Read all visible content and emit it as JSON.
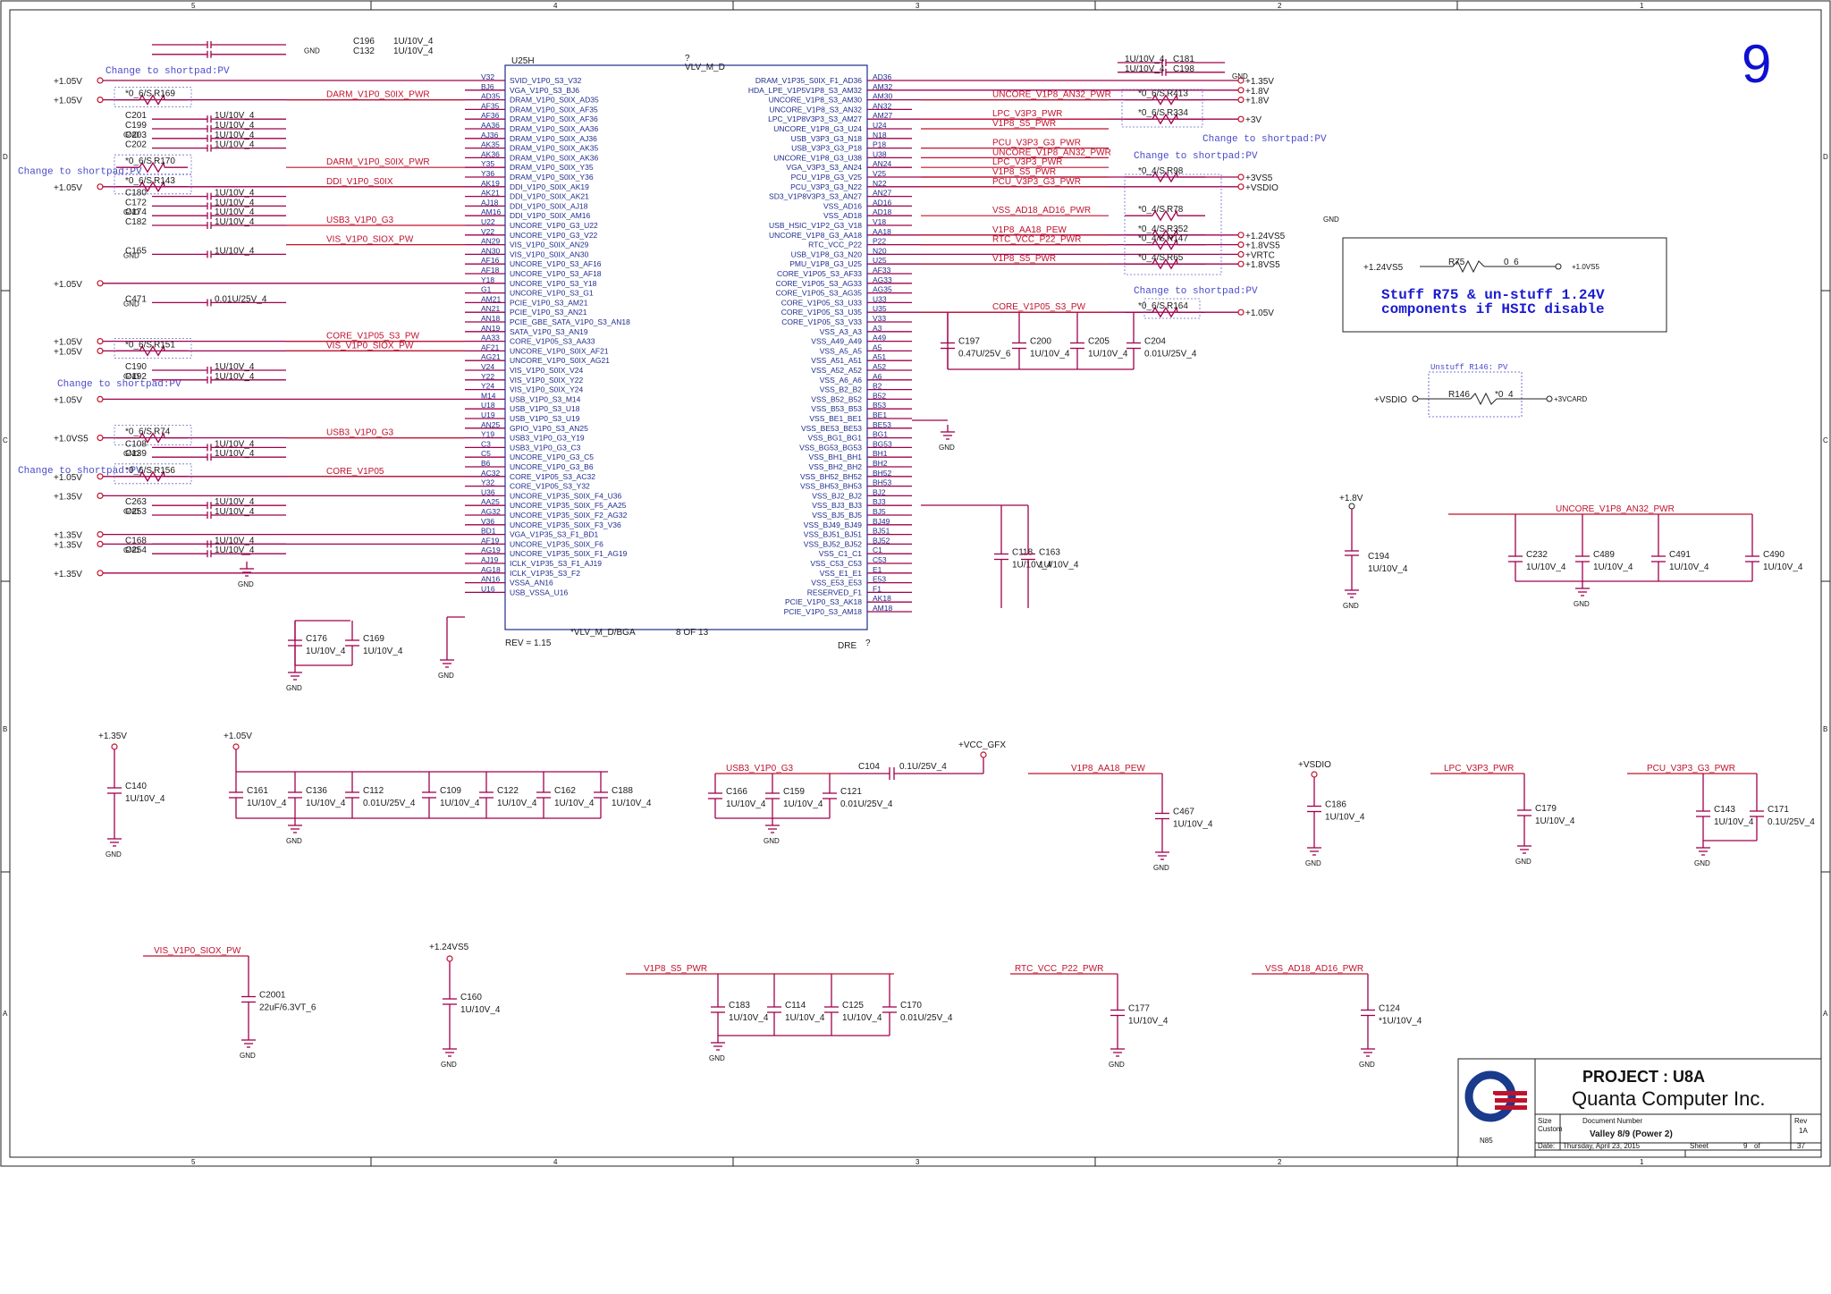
{
  "sheet_number": "9",
  "frame": {
    "col_labels": [
      "5",
      "4",
      "3",
      "2",
      "1"
    ],
    "row_labels": [
      "D",
      "C",
      "B",
      "A"
    ]
  },
  "chip": {
    "ref": "U25H",
    "part": "VLV_M_D",
    "part_bottom": "*VLV_M_D/BGA",
    "unit": "8 OF 13",
    "rev": "REV = 1.15",
    "dre": "DRE",
    "q": "?",
    "left_pins": [
      {
        "num": "V32",
        "name": "SVID_V1P0_S3_V32"
      },
      {
        "num": "BJ6",
        "name": "VGA_V1P0_S3_BJ6"
      },
      {
        "num": "AD35",
        "name": "DRAM_V1P0_S0IX_AD35"
      },
      {
        "num": "AF35",
        "name": "DRAM_V1P0_S0IX_AF35"
      },
      {
        "num": "AF36",
        "name": "DRAM_V1P0_S0IX_AF36"
      },
      {
        "num": "AA36",
        "name": "DRAM_V1P0_S0IX_AA36"
      },
      {
        "num": "AJ36",
        "name": "DRAM_V1P0_S0IX_AJ36"
      },
      {
        "num": "AK35",
        "name": "DRAM_V1P0_S0IX_AK35"
      },
      {
        "num": "AK36",
        "name": "DRAM_V1P0_S0IX_AK36"
      },
      {
        "num": "Y35",
        "name": "DRAM_V1P0_S0IX_Y35"
      },
      {
        "num": "Y36",
        "name": "DRAM_V1P0_S0IX_Y36"
      },
      {
        "num": "AK19",
        "name": "DDI_V1P0_S0IX_AK19"
      },
      {
        "num": "AK21",
        "name": "DDI_V1P0_S0IX_AK21"
      },
      {
        "num": "AJ18",
        "name": "DDI_V1P0_S0IX_AJ18"
      },
      {
        "num": "AM16",
        "name": "DDI_V1P0_S0IX_AM16"
      },
      {
        "num": "U22",
        "name": "UNCORE_V1P0_G3_U22"
      },
      {
        "num": "V22",
        "name": "UNCORE_V1P0_G3_V22"
      },
      {
        "num": "AN29",
        "name": "VIS_V1P0_S0IX_AN29"
      },
      {
        "num": "AN30",
        "name": "VIS_V1P0_S0IX_AN30"
      },
      {
        "num": "AF16",
        "name": "UNCORE_V1P0_S3_AF16"
      },
      {
        "num": "AF18",
        "name": "UNCORE_V1P0_S3_AF18"
      },
      {
        "num": "Y18",
        "name": "UNCORE_V1P0_S3_Y18"
      },
      {
        "num": "G1",
        "name": "UNCORE_V1P0_S3_G1"
      },
      {
        "num": "AM21",
        "name": "PCIE_V1P0_S3_AM21"
      },
      {
        "num": "AN21",
        "name": "PCIE_V1P0_S3_AN21"
      },
      {
        "num": "AN18",
        "name": "PCIE_GBE_SATA_V1P0_S3_AN18"
      },
      {
        "num": "AN19",
        "name": "SATA_V1P0_S3_AN19"
      },
      {
        "num": "AA33",
        "name": "CORE_V1P05_S3_AA33"
      },
      {
        "num": "AF21",
        "name": "UNCORE_V1P0_S0IX_AF21"
      },
      {
        "num": "AG21",
        "name": "UNCORE_V1P0_S0IX_AG21"
      },
      {
        "num": "V24",
        "name": "VIS_V1P0_S0IX_V24"
      },
      {
        "num": "Y22",
        "name": "VIS_V1P0_S0IX_Y22"
      },
      {
        "num": "Y24",
        "name": "VIS_V1P0_S0IX_Y24"
      },
      {
        "num": "M14",
        "name": "USB_V1P0_S3_M14"
      },
      {
        "num": "U18",
        "name": "USB_V1P0_S3_U18"
      },
      {
        "num": "U19",
        "name": "USB_V1P0_S3_U19"
      },
      {
        "num": "AN25",
        "name": "GPIO_V1P0_S3_AN25"
      },
      {
        "num": "Y19",
        "name": "USB3_V1P0_G3_Y19"
      },
      {
        "num": "C3",
        "name": "USB3_V1P0_G3_C3"
      },
      {
        "num": "C5",
        "name": "UNCORE_V1P0_G3_C5"
      },
      {
        "num": "B6",
        "name": "UNCORE_V1P0_G3_B6"
      },
      {
        "num": "AC32",
        "name": "CORE_V1P05_S3_AC32"
      },
      {
        "num": "Y32",
        "name": "CORE_V1P05_S3_Y32"
      },
      {
        "num": "U36",
        "name": "UNCORE_V1P35_S0IX_F4_U36"
      },
      {
        "num": "AA25",
        "name": "UNCORE_V1P35_S0IX_F5_AA25"
      },
      {
        "num": "AG32",
        "name": "UNCORE_V1P35_S0IX_F2_AG32"
      },
      {
        "num": "V36",
        "name": "UNCORE_V1P35_S0IX_F3_V36"
      },
      {
        "num": "BD1",
        "name": "VGA_V1P35_S3_F1_BD1"
      },
      {
        "num": "AF19",
        "name": "UNCORE_V1P35_S0IX_F6"
      },
      {
        "num": "AG19",
        "name": "UNCORE_V1P35_S0IX_F1_AG19"
      },
      {
        "num": "AJ19",
        "name": "ICLK_V1P35_S3_F1_AJ19"
      },
      {
        "num": "AG18",
        "name": "ICLK_V1P35_S3_F2"
      },
      {
        "num": "AN16",
        "name": "VSSA_AN16"
      },
      {
        "num": "U16",
        "name": "USB_VSSA_U16"
      }
    ],
    "right_pins": [
      {
        "num": "AD36",
        "name": "DRAM_V1P35_S0IX_F1_AD36"
      },
      {
        "num": "AM32",
        "name": "HDA_LPE_V1P5V1P8_S3_AM32"
      },
      {
        "num": "AM30",
        "name": "UNCORE_V1P8_S3_AM30"
      },
      {
        "num": "AN32",
        "name": "UNCORE_V1P8_S3_AN32"
      },
      {
        "num": "AM27",
        "name": "LPC_V1P8V3P3_S3_AM27"
      },
      {
        "num": "U24",
        "name": "UNCORE_V1P8_G3_U24"
      },
      {
        "num": "N18",
        "name": "USB_V3P3_G3_N18"
      },
      {
        "num": "P18",
        "name": "USB_V3P3_G3_P18"
      },
      {
        "num": "U38",
        "name": "UNCORE_V1P8_G3_U38"
      },
      {
        "num": "AN24",
        "name": "VGA_V3P3_S3_AN24"
      },
      {
        "num": "V25",
        "name": "PCU_V1P8_G3_V25"
      },
      {
        "num": "N22",
        "name": "PCU_V3P3_G3_N22"
      },
      {
        "num": "AN27",
        "name": "SD3_V1P8V3P3_S3_AN27"
      },
      {
        "num": "AD16",
        "name": "VSS_AD16"
      },
      {
        "num": "AD18",
        "name": "VSS_AD18"
      },
      {
        "num": "V18",
        "name": "USB_HSIC_V1P2_G3_V18"
      },
      {
        "num": "AA18",
        "name": "UNCORE_V1P8_G3_AA18"
      },
      {
        "num": "P22",
        "name": "RTC_VCC_P22"
      },
      {
        "num": "N20",
        "name": "USB_V1P8_G3_N20"
      },
      {
        "num": "U25",
        "name": "PMU_V1P8_G3_U25"
      },
      {
        "num": "AF33",
        "name": "CORE_V1P05_S3_AF33"
      },
      {
        "num": "AG33",
        "name": "CORE_V1P05_S3_AG33"
      },
      {
        "num": "AG35",
        "name": "CORE_V1P05_S3_AG35"
      },
      {
        "num": "U33",
        "name": "CORE_V1P05_S3_U33"
      },
      {
        "num": "U35",
        "name": "CORE_V1P05_S3_U35"
      },
      {
        "num": "V33",
        "name": "CORE_V1P05_S3_V33"
      },
      {
        "num": "A3",
        "name": "VSS_A3_A3"
      },
      {
        "num": "A49",
        "name": "VSS_A49_A49"
      },
      {
        "num": "A5",
        "name": "VSS_A5_A5"
      },
      {
        "num": "A51",
        "name": "VSS_A51_A51"
      },
      {
        "num": "A52",
        "name": "VSS_A52_A52"
      },
      {
        "num": "A6",
        "name": "VSS_A6_A6"
      },
      {
        "num": "B2",
        "name": "VSS_B2_B2"
      },
      {
        "num": "B52",
        "name": "VSS_B52_B52"
      },
      {
        "num": "B53",
        "name": "VSS_B53_B53"
      },
      {
        "num": "BE1",
        "name": "VSS_BE1_BE1"
      },
      {
        "num": "BE53",
        "name": "VSS_BE53_BE53"
      },
      {
        "num": "BG1",
        "name": "VSS_BG1_BG1"
      },
      {
        "num": "BG53",
        "name": "VSS_BG53_BG53"
      },
      {
        "num": "BH1",
        "name": "VSS_BH1_BH1"
      },
      {
        "num": "BH2",
        "name": "VSS_BH2_BH2"
      },
      {
        "num": "BH52",
        "name": "VSS_BH52_BH52"
      },
      {
        "num": "BH53",
        "name": "VSS_BH53_BH53"
      },
      {
        "num": "BJ2",
        "name": "VSS_BJ2_BJ2"
      },
      {
        "num": "BJ3",
        "name": "VSS_BJ3_BJ3"
      },
      {
        "num": "BJ5",
        "name": "VSS_BJ5_BJ5"
      },
      {
        "num": "BJ49",
        "name": "VSS_BJ49_BJ49"
      },
      {
        "num": "BJ51",
        "name": "VSS_BJ51_BJ51"
      },
      {
        "num": "BJ52",
        "name": "VSS_BJ52_BJ52"
      },
      {
        "num": "C1",
        "name": "VSS_C1_C1"
      },
      {
        "num": "C53",
        "name": "VSS_C53_C53"
      },
      {
        "num": "E1",
        "name": "VSS_E1_E1"
      },
      {
        "num": "E53",
        "name": "VSS_E53_E53"
      },
      {
        "num": "F1",
        "name": "RESERVED_F1"
      },
      {
        "num": "AK18",
        "name": "PCIE_V1P0_S3_AK18"
      },
      {
        "num": "AM18",
        "name": "PCIE_V1P0_S3_AM18"
      }
    ]
  },
  "left_labels": {
    "rails": [
      {
        "text": "+1.05V",
        "pin": 0
      },
      {
        "text": "+1.05V",
        "pin": 2
      },
      {
        "text": "+1.05V",
        "pin": 11
      },
      {
        "text": "+1.05V",
        "pin": 21
      },
      {
        "text": "+1.05V",
        "pin": 27
      },
      {
        "text": "+1.05V",
        "pin": 28
      },
      {
        "text": "+1.05V",
        "pin": 33
      },
      {
        "text": "+1.0VS5",
        "pin": 37
      },
      {
        "text": "+1.05V",
        "pin": 41
      },
      {
        "text": "+1.35V",
        "pin": 43
      },
      {
        "text": "+1.35V",
        "pin": 47
      },
      {
        "text": "+1.35V",
        "pin": 48
      },
      {
        "text": "+1.35V",
        "pin": 51
      }
    ],
    "nets": [
      {
        "text": "DARM_V1P0_S0IX_PWR",
        "pin": 2
      },
      {
        "text": "DARM_V1P0_S0IX_PWR",
        "pin": 9
      },
      {
        "text": "DDI_V1P0_S0IX",
        "pin": 11
      },
      {
        "text": "USB3_V1P0_G3",
        "pin": 15
      },
      {
        "text": "VIS_V1P0_SIOX_PW",
        "pin": 17
      },
      {
        "text": "CORE_V1P05_S3_PW",
        "pin": 27
      },
      {
        "text": "VIS_V1P0_SIOX_PW",
        "pin": 28
      },
      {
        "text": "USB3_V1P0_G3",
        "pin": 37
      },
      {
        "text": "CORE_V1P05",
        "pin": 41
      }
    ],
    "notes": [
      {
        "text": "Change to shortpad:PV",
        "pin": -1
      },
      {
        "text": "Change to shortpad:PV",
        "pin": 8
      },
      {
        "text": "Change to shortpad:PV",
        "pin": 30
      },
      {
        "text": "Change to shortpad:PV",
        "pin": 39
      }
    ],
    "resistors": [
      {
        "ref": "R169",
        "val": "*0_6/S",
        "pin": 2
      },
      {
        "ref": "R170",
        "val": "*0_6/S",
        "pin": 9
      },
      {
        "ref": "R143",
        "val": "*0_6/S",
        "pin": 11
      },
      {
        "ref": "R151",
        "val": "*0_6/S",
        "pin": 28
      },
      {
        "ref": "R74",
        "val": "*0_6/S",
        "pin": 37
      },
      {
        "ref": "R156",
        "val": "*0_6/S",
        "pin": 41
      }
    ],
    "cap_groups": [
      {
        "pin": -3,
        "refs": [
          "C196",
          "C132"
        ],
        "vals": [
          "1U/10V_4",
          "1U/10V_4"
        ]
      },
      {
        "pin": 4,
        "refs": [
          "C201",
          "C199",
          "C203",
          "C202"
        ],
        "vals": [
          "1U/10V_4",
          "1U/10V_4",
          "1U/10V_4",
          "1U/10V_4"
        ]
      },
      {
        "pin": 12,
        "refs": [
          "C180",
          "C172",
          "C174",
          "C182"
        ],
        "vals": [
          "1U/10V_4",
          "1U/10V_4",
          "1U/10V_4",
          "1U/10V_4"
        ]
      },
      {
        "pin": 18,
        "refs": [
          "C165"
        ],
        "vals": [
          "1U/10V_4"
        ]
      },
      {
        "pin": 23,
        "refs": [
          "C471"
        ],
        "vals": [
          "0.01U/25V_4"
        ]
      },
      {
        "pin": 30,
        "refs": [
          "C190",
          "C192"
        ],
        "vals": [
          "1U/10V_4",
          "1U/10V_4"
        ]
      },
      {
        "pin": 38,
        "refs": [
          "C108",
          "C139"
        ],
        "vals": [
          "1U/10V_4",
          "1U/10V_4"
        ]
      },
      {
        "pin": 44,
        "refs": [
          "C263",
          "C253"
        ],
        "vals": [
          "1U/10V_4",
          "1U/10V_4"
        ]
      },
      {
        "pin": 48,
        "refs": [
          "C168",
          "C254"
        ],
        "vals": [
          "1U/10V_4",
          "1U/10V_4"
        ]
      }
    ],
    "gnd": "GND",
    "bottom_caps": [
      {
        "ref": "C176",
        "val": "1U/10V_4"
      },
      {
        "ref": "C169",
        "val": "1U/10V_4"
      }
    ]
  },
  "right_labels": {
    "top_caps": {
      "refs": [
        "C181",
        "C198"
      ],
      "vals": [
        "1U/10V_4",
        "1U/10V_4"
      ]
    },
    "rails": [
      {
        "text": "+1.35V",
        "pin": 0
      },
      {
        "text": "+1.8V",
        "pin": 1
      },
      {
        "text": "+1.8V",
        "pin": 2
      },
      {
        "text": "+3V",
        "pin": 4
      },
      {
        "text": "+3VS5",
        "pin": 10
      },
      {
        "text": "+VSDIO",
        "pin": 11
      },
      {
        "text": "+1.24VS5",
        "pin": 16
      },
      {
        "text": "+1.8VS5",
        "pin": 17
      },
      {
        "text": "+VRTC",
        "pin": 18
      },
      {
        "text": "+1.8VS5",
        "pin": 19
      },
      {
        "text": "+1.05V",
        "pin": 24
      }
    ],
    "nets": [
      {
        "text": "UNCORE_V1P8_AN32_PWR",
        "pin": 2
      },
      {
        "text": "LPC_V3P3_PWR",
        "pin": 4
      },
      {
        "text": "V1P8_S5_PWR",
        "pin": 5
      },
      {
        "text": "PCU_V3P3_G3_PWR",
        "pin": 7
      },
      {
        "text": "UNCORE_V1P8_AN32_PWR",
        "pin": 8
      },
      {
        "text": "LPC_V3P3_PWR",
        "pin": 9
      },
      {
        "text": "V1P8_S5_PWR",
        "pin": 10
      },
      {
        "text": "PCU_V3P3_G3_PWR",
        "pin": 11
      },
      {
        "text": "VSS_AD18_AD16_PWR",
        "pin": 14
      },
      {
        "text": "V1P8_AA18_PEW",
        "pin": 16
      },
      {
        "text": "RTC_VCC_P22_PWR",
        "pin": 17
      },
      {
        "text": "V1P8_S5_PWR",
        "pin": 19
      },
      {
        "text": "CORE_V1P05_S3_PW",
        "pin": 24
      }
    ],
    "resistors": [
      {
        "ref": "R413",
        "val": "*0_6/S",
        "pin": 2
      },
      {
        "ref": "R334",
        "val": "*0_6/S",
        "pin": 4
      },
      {
        "ref": "R98",
        "val": "*0_4/S",
        "pin": 10
      },
      {
        "ref": "R78",
        "val": "*0_4/S",
        "pin": 14
      },
      {
        "ref": "R352",
        "val": "*0_4/S",
        "pin": 16
      },
      {
        "ref": "R147",
        "val": "*0_4/S",
        "pin": 17
      },
      {
        "ref": "R65",
        "val": "*0_4/S",
        "pin": 19
      },
      {
        "ref": "R164",
        "val": "*0_6/S",
        "pin": 24
      }
    ],
    "notes": [
      {
        "text": "Change to shortpad:PV",
        "pin": 6
      },
      {
        "text": "Change to shortpad:PV",
        "pin": 8
      },
      {
        "text": "Change to shortpad:PV",
        "pin": 23
      }
    ],
    "gnd": "GND",
    "core_caps": [
      {
        "ref": "C197",
        "val": "0.47U/25V_6"
      },
      {
        "ref": "C200",
        "val": "1U/10V_4"
      },
      {
        "ref": "C205",
        "val": "1U/10V_4"
      },
      {
        "ref": "C204",
        "val": "0.01U/25V_4"
      }
    ],
    "pcie_caps": [
      {
        "ref": "C118",
        "val": "1U/10V_4"
      },
      {
        "ref": "C163",
        "val": "1U/10V_4"
      }
    ]
  },
  "stuff_box": {
    "rail_in": "+1.24VS5",
    "ref": "R75",
    "val": "0_6",
    "rail_out": "+1.0VS5",
    "line1": "Stuff R75 & un-stuff 1.24V",
    "line2": "components if HSIC disable"
  },
  "unstuff": {
    "note": "Unstuff R146: PV",
    "rail_in": "+VSDIO",
    "ref": "R146",
    "val": "*0_4",
    "rail_out": "+3VCARD"
  },
  "right_side": {
    "rail": "+1.8V",
    "c194": {
      "ref": "C194",
      "val": "1U/10V_4"
    },
    "net": "UNCORE_V1P8_AN32_PWR",
    "caps": [
      {
        "ref": "C232",
        "val": "1U/10V_4"
      },
      {
        "ref": "C489",
        "val": "1U/10V_4"
      },
      {
        "ref": "C491",
        "val": "1U/10V_4"
      },
      {
        "ref": "C490",
        "val": "1U/10V_4"
      }
    ]
  },
  "middle_row": {
    "c140": {
      "rail": "+1.35V",
      "ref": "C140",
      "val": "1U/10V_4"
    },
    "bank105": {
      "rail": "+1.05V",
      "caps": [
        {
          "ref": "C161",
          "val": "1U/10V_4"
        },
        {
          "ref": "C136",
          "val": "1U/10V_4"
        },
        {
          "ref": "C112",
          "val": "0.01U/25V_4"
        },
        {
          "ref": "C109",
          "val": "1U/10V_4"
        },
        {
          "ref": "C122",
          "val": "1U/10V_4"
        },
        {
          "ref": "C162",
          "val": "1U/10V_4"
        },
        {
          "ref": "C188",
          "val": "1U/10V_4"
        }
      ]
    },
    "usb3": {
      "net": "USB3_V1P0_G3",
      "caps": [
        {
          "ref": "C166",
          "val": "1U/10V_4"
        },
        {
          "ref": "C159",
          "val": "1U/10V_4"
        },
        {
          "ref": "C121",
          "val": "0.01U/25V_4"
        }
      ]
    },
    "c104": {
      "ref": "C104",
      "val": "0.1U/25V_4",
      "rail": "+VCC_GFX"
    },
    "c467": {
      "net": "V1P8_AA18_PEW",
      "ref": "C467",
      "val": "1U/10V_4"
    },
    "c186": {
      "rail": "+VSDIO",
      "ref": "C186",
      "val": "1U/10V_4"
    },
    "c179": {
      "net": "LPC_V3P3_PWR",
      "ref": "C179",
      "val": "1U/10V_4"
    },
    "pcu": {
      "net": "PCU_V3P3_G3_PWR",
      "caps": [
        {
          "ref": "C143",
          "val": "1U/10V_4"
        },
        {
          "ref": "C171",
          "val": "0.1U/25V_4"
        }
      ]
    }
  },
  "bottom_row": {
    "c2001": {
      "net": "VIS_V1P0_SIOX_PW",
      "ref": "C2001",
      "val": "22uF/6.3VT_6"
    },
    "c160": {
      "rail": "+1.24VS5",
      "ref": "C160",
      "val": "1U/10V_4"
    },
    "v1p8": {
      "net": "V1P8_S5_PWR",
      "caps": [
        {
          "ref": "C183",
          "val": "1U/10V_4"
        },
        {
          "ref": "C114",
          "val": "1U/10V_4"
        },
        {
          "ref": "C125",
          "val": "1U/10V_4"
        },
        {
          "ref": "C170",
          "val": "0.01U/25V_4"
        }
      ]
    },
    "c177": {
      "net": "RTC_VCC_P22_PWR",
      "ref": "C177",
      "val": "1U/10V_4"
    },
    "c124": {
      "net": "VSS_AD18_AD16_PWR",
      "ref": "C124",
      "val": "*1U/10V_4"
    }
  },
  "title_block": {
    "project": "PROJECT : U8A",
    "company": "Quanta Computer Inc.",
    "size_label": "Size",
    "size": "Custom",
    "docnum_label": "Document Number",
    "doc": "Valley 8/9 (Power 2)",
    "rev_label": "Rev",
    "rev": "1A",
    "date_label": "Date:",
    "date": "Thursday, April 23, 2015",
    "sheet_label": "Sheet",
    "sheet": "9",
    "of_label": "of",
    "total": "37",
    "model": "N85",
    "logo_color": "#1a3a8c",
    "logo_accent": "#c0122c"
  }
}
